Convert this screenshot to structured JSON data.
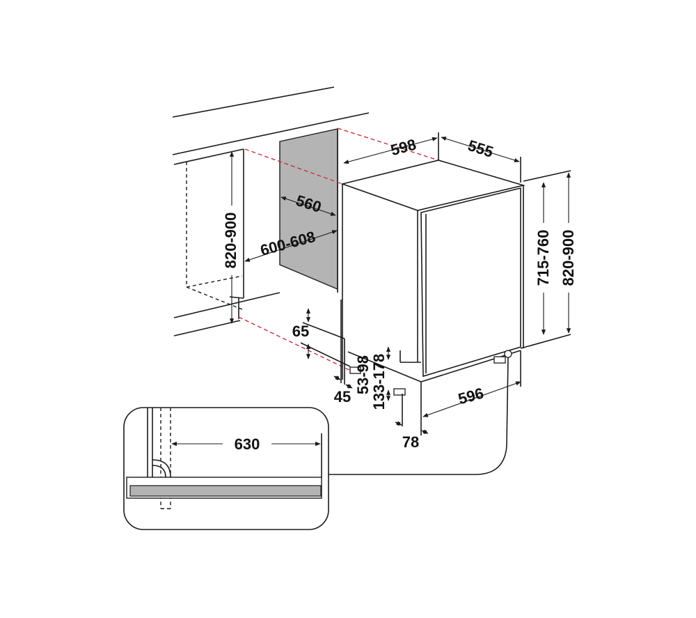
{
  "colors": {
    "lines": "#1a1a1a",
    "niche_panel": "#b4b4b4",
    "alignment_dashes": "#c8323c"
  },
  "dimensions": {
    "appliance_width": "598",
    "appliance_depth": "555",
    "niche_depth": "560",
    "niche_width": "600-608",
    "niche_height": "820-900",
    "appliance_height": "715-760",
    "appliance_height_total": "820-900",
    "plinth_top": "65",
    "plinth_setback": "45",
    "foot_range_front": "53-98",
    "foot_range_rear": "133-178",
    "door_width": "596",
    "door_offset": "78",
    "door_opening_clearance": "630"
  }
}
